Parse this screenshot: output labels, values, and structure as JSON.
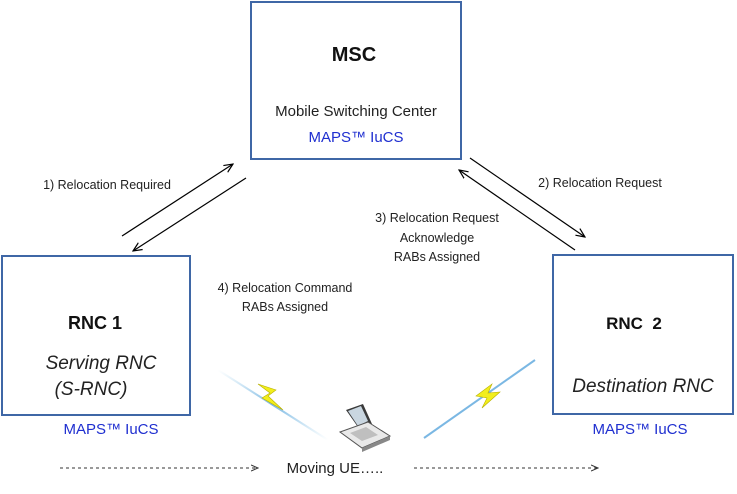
{
  "msc": {
    "cube_label": "MSC",
    "title": "Mobile Switching Center",
    "subtitle": "MAPS™ IuCS"
  },
  "rnc1": {
    "cube_label": "RNC 1",
    "line1": "Serving RNC",
    "line2": "(S-RNC)",
    "caption": "MAPS™ IuCS"
  },
  "rnc2": {
    "cube_label": "RNC  2",
    "line1": "Destination RNC",
    "caption": "MAPS™ IuCS"
  },
  "messages": {
    "m1": "1) Relocation Required",
    "m2": "2) Relocation Request",
    "m3_line1": "3) Relocation Request",
    "m3_line2": "Acknowledge",
    "m3_line3": "RABs Assigned",
    "m4_line1": "4) Relocation Command",
    "m4_line2": "RABs Assigned"
  },
  "ue": {
    "label": "Moving UE….."
  },
  "colors": {
    "box_border": "#3f67a6",
    "msc_cube": "#39a9cc",
    "rnc_cube": "#8cb43a",
    "caption_blue": "#1f2fd0"
  }
}
